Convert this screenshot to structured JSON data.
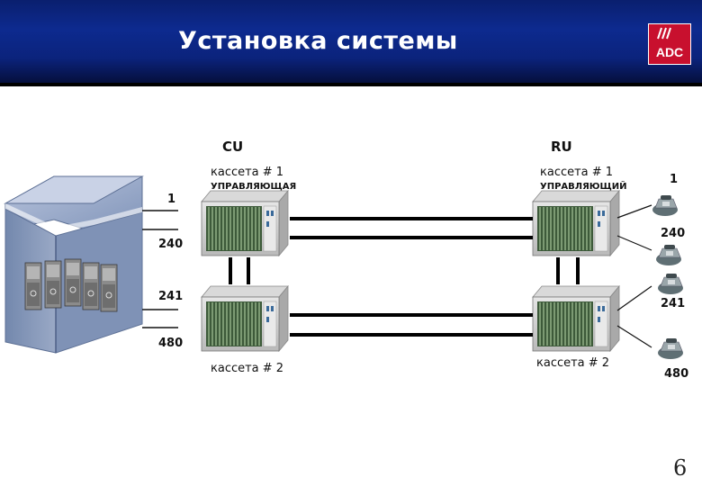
{
  "header": {
    "title": "Установка системы",
    "logo_text": "ADC"
  },
  "cu": {
    "label": "CU",
    "cassette1_label": "кассета # 1",
    "cassette1_role": "УПРАВЛЯЮЩАЯ",
    "cassette2_label": "кассета # 2"
  },
  "ru": {
    "label": "RU",
    "cassette1_label": "кассета # 1",
    "cassette1_role": "УПРАВЛЯЮЩИЙ",
    "cassette2_label": "кассета # 2"
  },
  "left_numbers": [
    "1",
    "240",
    "241",
    "480"
  ],
  "right_numbers": [
    "1",
    "240",
    "241",
    "480"
  ],
  "page_number": "6",
  "colors": {
    "header_blue": "#0d2a8f",
    "logo_red": "#c8102e",
    "building": "#8a9bb8"
  },
  "icons": [
    "building-icon",
    "server-cabinet-icon",
    "telephone-icon",
    "adc-logo-icon"
  ]
}
